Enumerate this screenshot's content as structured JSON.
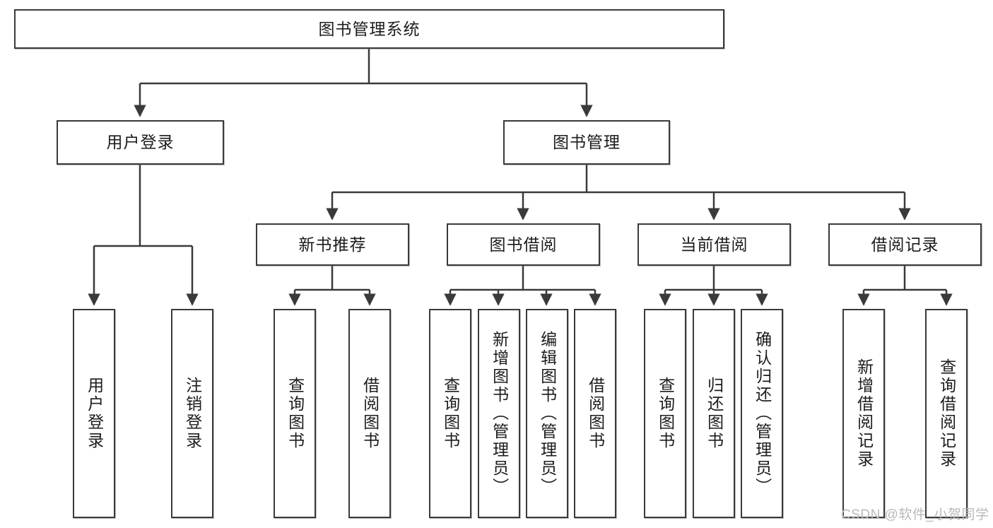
{
  "diagram": {
    "title": "图书管理系统",
    "type": "tree-hierarchy-chart",
    "root": {
      "label": "图书管理系统"
    },
    "level2": [
      {
        "label": "用户登录"
      },
      {
        "label": "图书管理"
      }
    ],
    "level3": [
      {
        "label": "新书推荐"
      },
      {
        "label": "图书借阅"
      },
      {
        "label": "当前借阅"
      },
      {
        "label": "借阅记录"
      }
    ],
    "leaves": {
      "user_login": [
        {
          "label": "用户登录"
        },
        {
          "label": "注销登录"
        }
      ],
      "new_book_recommend": [
        {
          "label": "查询图书"
        },
        {
          "label": "借阅图书"
        }
      ],
      "book_borrow": [
        {
          "label": "查询图书"
        },
        {
          "label": "新增图书（管理员）"
        },
        {
          "label": "编辑图书（管理员）"
        },
        {
          "label": "借阅图书"
        }
      ],
      "current_borrow": [
        {
          "label": "查询图书"
        },
        {
          "label": "归还图书"
        },
        {
          "label": "确认归还（管理员）"
        }
      ],
      "borrow_record": [
        {
          "label": "新增借阅记录"
        },
        {
          "label": "查询借阅记录"
        }
      ]
    }
  },
  "watermark": {
    "text": "CSDN @软件_小贺同学"
  },
  "colors": {
    "border": "#3a3a3a",
    "background": "#ffffff",
    "text": "#1c1c1c",
    "watermark": "#b9b9b9"
  }
}
